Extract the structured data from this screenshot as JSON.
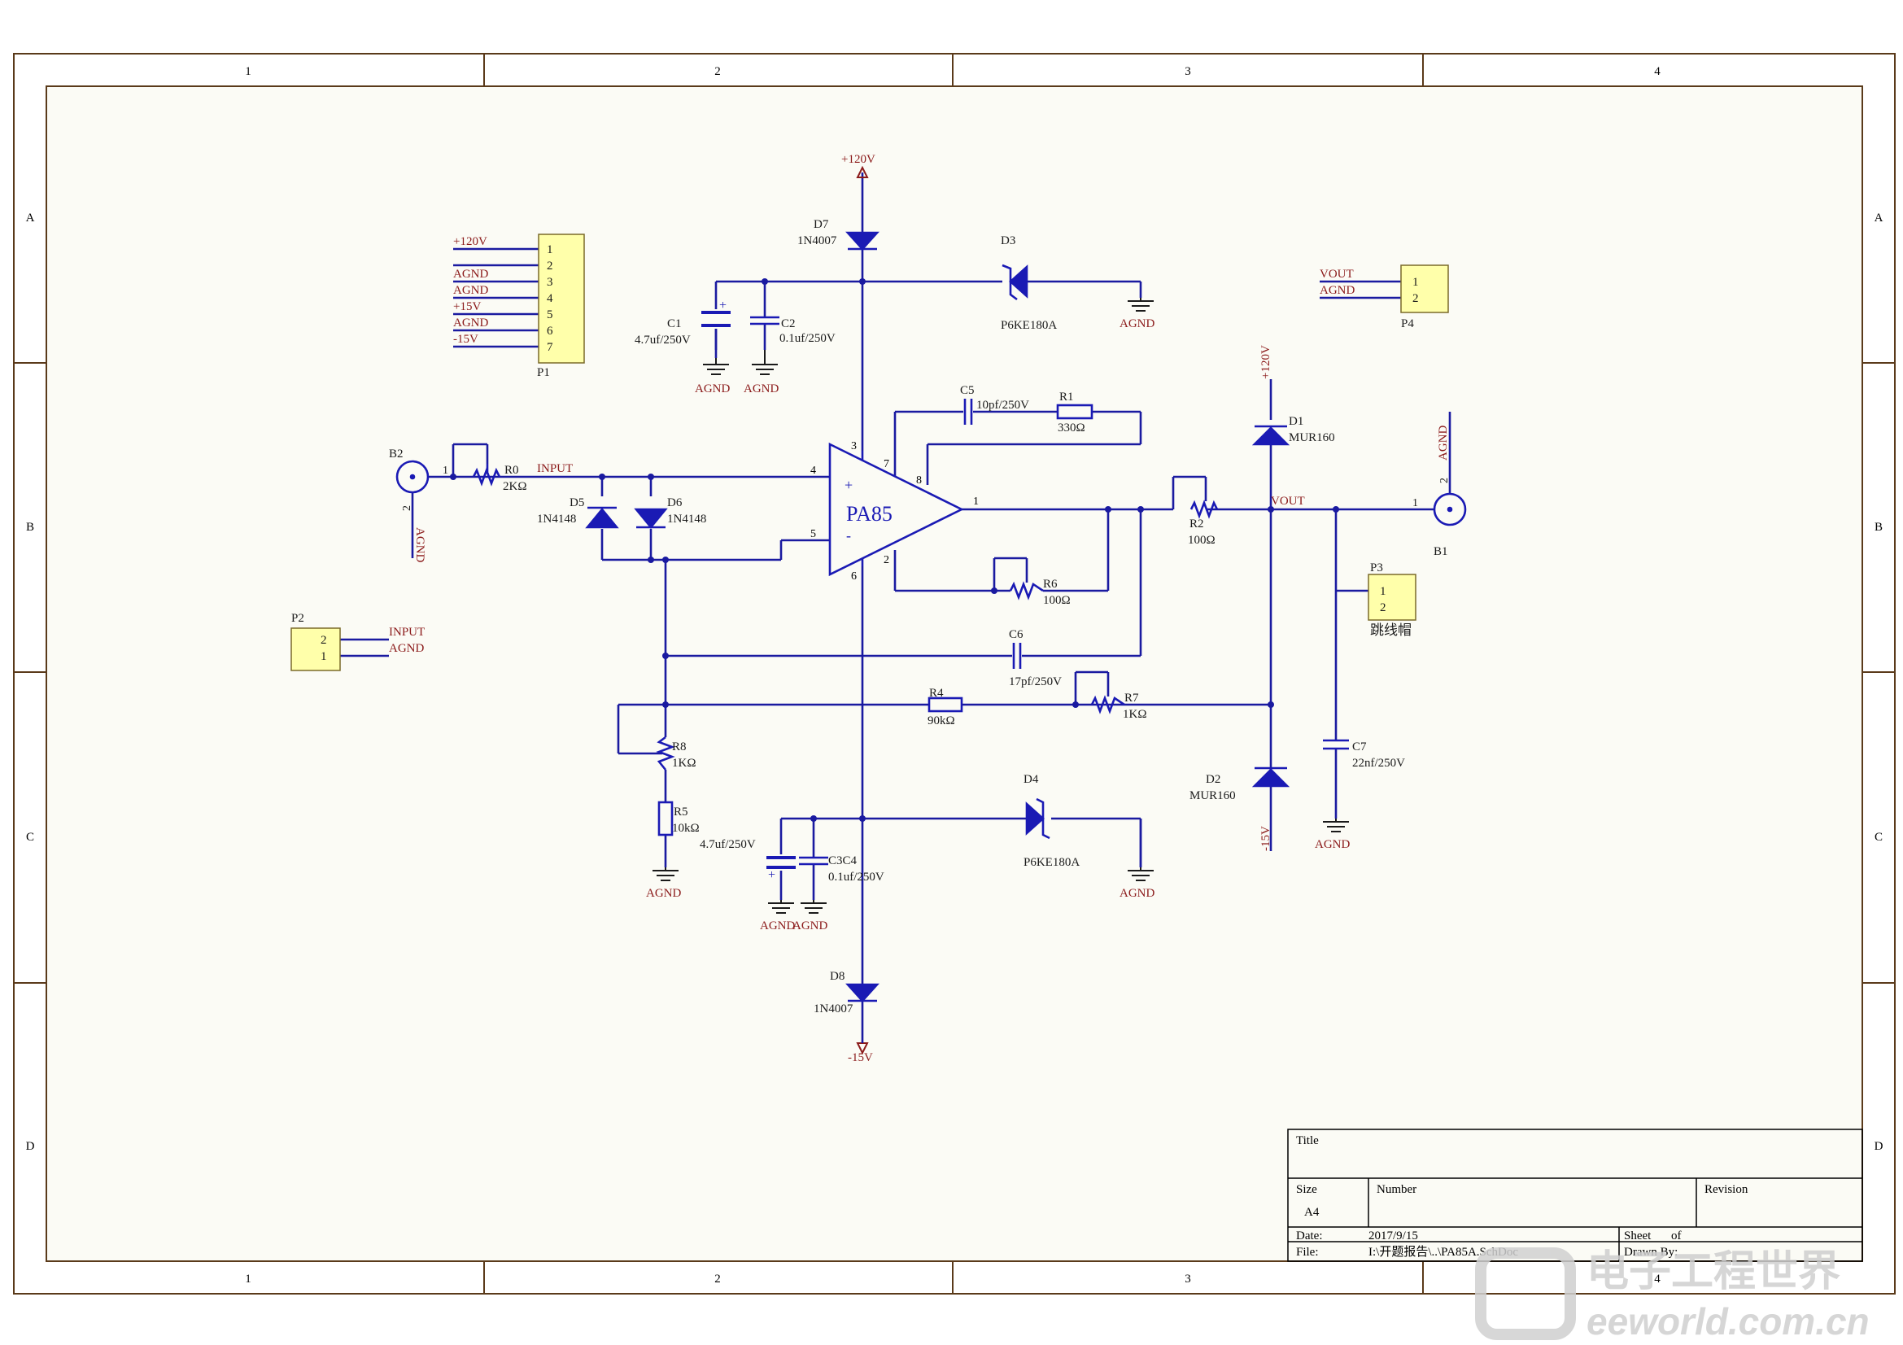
{
  "colors": {
    "frame": "#5a3a1a",
    "sheet_bg": "#fbfbf5",
    "wire": "#1a1aa0",
    "part": "#1a1ab4",
    "label": "#8b1a1a",
    "connector_fill": "#ffffaa",
    "watermark": "#c8c8c8"
  },
  "border": {
    "columns": [
      "1",
      "2",
      "3",
      "4"
    ],
    "rows": [
      "A",
      "B",
      "C",
      "D"
    ]
  },
  "title_block": {
    "title_label": "Title",
    "size_label": "Size",
    "size_value": "A4",
    "number_label": "Number",
    "revision_label": "Revision",
    "date_label": "Date:",
    "date_value": "2017/9/15",
    "file_label": "File:",
    "file_value": "I:\\开题报告\\..\\PA85A.SchDoc",
    "sheet_label": "Sheet",
    "of_label": "of",
    "drawn_label": "Drawn By:"
  },
  "watermark": {
    "cn": "电子工程世界",
    "en": "eeworld.com.cn"
  },
  "opamp": {
    "ref": "PA85",
    "plus": "+",
    "minus": "-"
  },
  "pins": {
    "p3": "3",
    "p4": "4",
    "p5": "5",
    "p6": "6",
    "p7": "7",
    "p8": "8",
    "p2": "2",
    "p1": "1",
    "b2_1": "1",
    "b2_2": "2",
    "b1_1": "1",
    "b1_2": "2"
  },
  "connectors": {
    "P1": {
      "ref": "P1",
      "pins": [
        "1",
        "2",
        "3",
        "4",
        "5",
        "6",
        "7"
      ],
      "nets": [
        "+120V",
        "",
        "AGND",
        "AGND",
        "+15V",
        "AGND",
        "-15V"
      ]
    },
    "P2": {
      "ref": "P2",
      "pins": [
        "2",
        "1"
      ],
      "nets": [
        "INPUT",
        "AGND"
      ]
    },
    "P3": {
      "ref": "P3",
      "pins": [
        "1",
        "2"
      ],
      "desc": "跳线帽"
    },
    "P4": {
      "ref": "P4",
      "pins": [
        "1",
        "2"
      ],
      "nets": [
        "VOUT",
        "AGND"
      ]
    }
  },
  "components": {
    "D7": {
      "ref": "D7",
      "value": "1N4007"
    },
    "D8": {
      "ref": "D8",
      "value": "1N4007"
    },
    "D3": {
      "ref": "D3",
      "value": "P6KE180A"
    },
    "D4": {
      "ref": "D4",
      "value": "P6KE180A"
    },
    "D5": {
      "ref": "D5",
      "value": "1N4148"
    },
    "D6": {
      "ref": "D6",
      "value": "1N4148"
    },
    "D1": {
      "ref": "D1",
      "value": "MUR160"
    },
    "D2": {
      "ref": "D2",
      "value": "MUR160"
    },
    "C1": {
      "ref": "C1",
      "value": "4.7uf/250V"
    },
    "C2": {
      "ref": "C2",
      "value": "0.1uf/250V"
    },
    "C3": {
      "ref": "C3",
      "value": "4.7uf/250V"
    },
    "C4": {
      "ref": "C4",
      "value": "0.1uf/250V"
    },
    "C3C4": "C3C4",
    "C5": {
      "ref": "C5",
      "value": "10pf/250V"
    },
    "C6": {
      "ref": "C6",
      "value": "17pf/250V"
    },
    "C7": {
      "ref": "C7",
      "value": "22nf/250V"
    },
    "R0": {
      "ref": "R0",
      "value": "2KΩ"
    },
    "R1": {
      "ref": "R1",
      "value": "330Ω"
    },
    "R2": {
      "ref": "R2",
      "value": "100Ω"
    },
    "R4": {
      "ref": "R4",
      "value": "90kΩ"
    },
    "R5": {
      "ref": "R5",
      "value": "10kΩ"
    },
    "R6": {
      "ref": "R6",
      "value": "100Ω"
    },
    "R7": {
      "ref": "R7",
      "value": "1KΩ"
    },
    "R8": {
      "ref": "R8",
      "value": "1KΩ"
    },
    "B1": {
      "ref": "B1"
    },
    "B2": {
      "ref": "B2"
    }
  },
  "nets": {
    "pos120": "+120V",
    "neg15": "-15V",
    "agnd": "AGND",
    "input": "INPUT",
    "vout": "VOUT"
  }
}
